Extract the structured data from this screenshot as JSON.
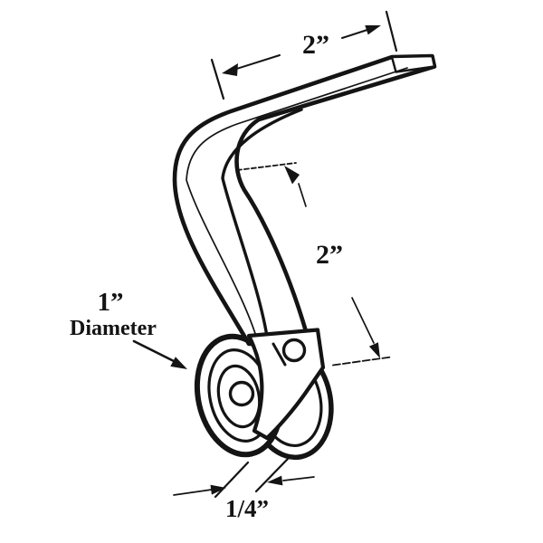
{
  "diagram": {
    "kind": "technical-line-drawing",
    "background_color": "#ffffff",
    "line_color": "#141414",
    "labels": {
      "top_length": "2”",
      "side_length": "2”",
      "diameter_value": "1”",
      "diameter_word": "Diameter",
      "width_value": "1/4”"
    }
  }
}
